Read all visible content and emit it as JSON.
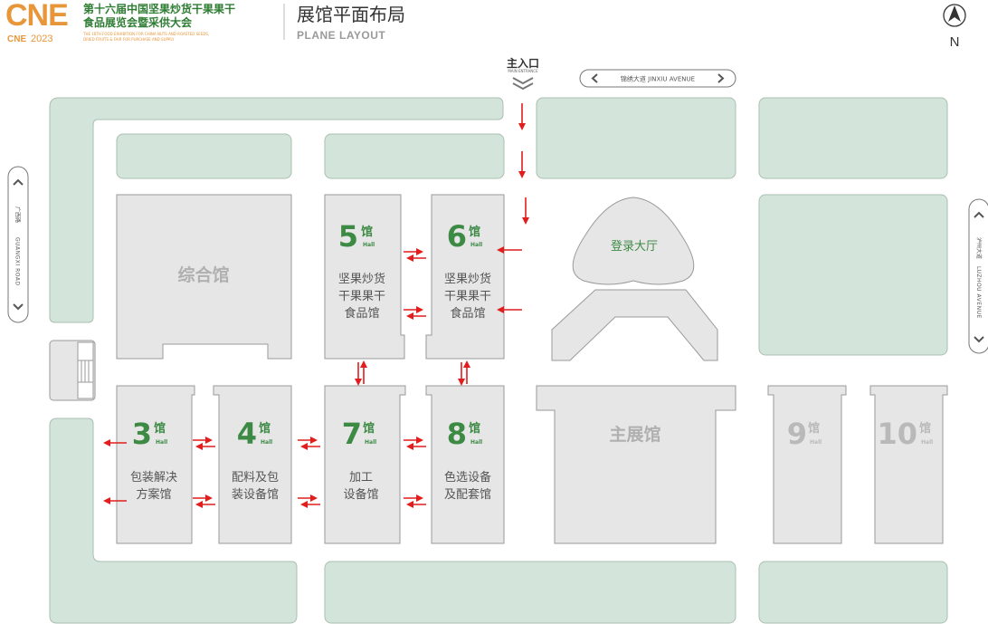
{
  "header": {
    "logo_letters": "CNE",
    "logo_year": "2023",
    "event_title_line1": "第十六届中国坚果炒货干果果干",
    "event_title_line2": "食品展览会暨采供大会",
    "event_subtitle_line1": "THE 16TH FOOD EXHIBITION FOR CHINA NUTS AND ROASTED SEEDS,",
    "event_subtitle_line2": "DRIED FRUITS & FAIR FOR PURCHASE AND SUPPLY",
    "page_title_cn": "展馆平面布局",
    "page_title_en": "PLANE LAYOUT",
    "compass_label": "N"
  },
  "entrance": {
    "label_cn": "主入口",
    "label_en": "MAIN ENTRANCE"
  },
  "roads": {
    "top": "锦绣大道  JINXIU AVENUE",
    "left_cn": "广西路",
    "left_en": "GUANGXI ROAD",
    "right_cn": "泸州大道",
    "right_en": "LUZHOU AVENUE"
  },
  "halls": {
    "h5": {
      "num": "5",
      "hall_cn": "馆",
      "hall_en": "Hall",
      "line1": "坚果炒货",
      "line2": "干果果干",
      "line3": "食品馆"
    },
    "h6": {
      "num": "6",
      "hall_cn": "馆",
      "hall_en": "Hall",
      "line1": "坚果炒货",
      "line2": "干果果干",
      "line3": "食品馆"
    },
    "h3": {
      "num": "3",
      "hall_cn": "馆",
      "hall_en": "Hall",
      "line1": "包装解决",
      "line2": "方案馆"
    },
    "h4": {
      "num": "4",
      "hall_cn": "馆",
      "hall_en": "Hall",
      "line1": "配料及包",
      "line2": "装设备馆"
    },
    "h7": {
      "num": "7",
      "hall_cn": "馆",
      "hall_en": "Hall",
      "line1": "加工",
      "line2": "设备馆"
    },
    "h8": {
      "num": "8",
      "hall_cn": "馆",
      "hall_en": "Hall",
      "line1": "色选设备",
      "line2": "及配套馆"
    },
    "h9": {
      "num": "9",
      "hall_cn": "馆",
      "hall_en": "Hall"
    },
    "h10": {
      "num": "10",
      "hall_cn": "馆",
      "hall_en": "Hall"
    },
    "comprehensive": "综合馆",
    "main": "主展馆",
    "registration": "登录大厅"
  },
  "colors": {
    "brand_orange": "#e8963a",
    "brand_green": "#2e7d32",
    "hall_fill": "#e6e6e6",
    "hall_stroke": "#9a9a9a",
    "green_area": "#d3e5da",
    "arrow_red": "#e11d1d",
    "hall_label_green": "#3d8a45",
    "inactive_num": "#b9b9b9"
  }
}
